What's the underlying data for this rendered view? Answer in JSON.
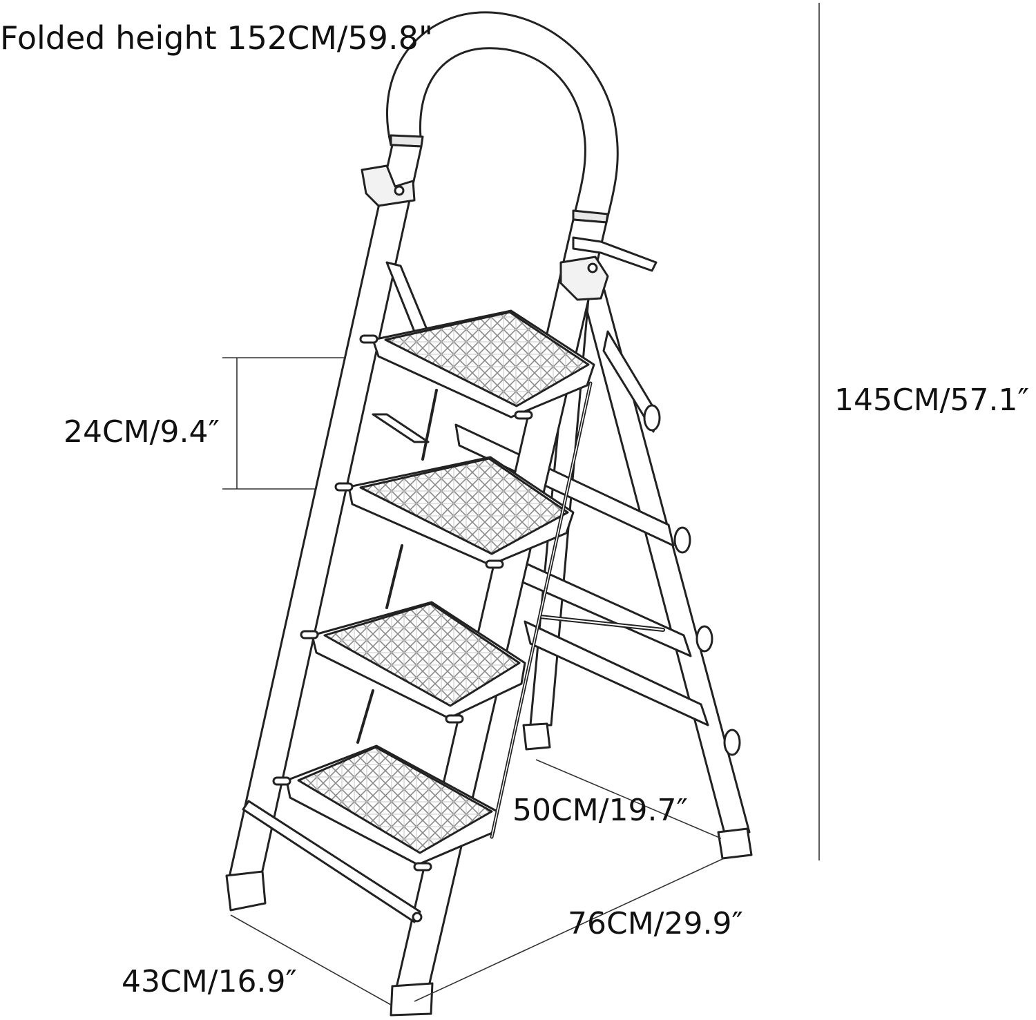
{
  "labels": {
    "folded_height": "Folded height 152CM/59.8\"",
    "height": "145CM/57.1″",
    "step_spacing": "24CM/9.4″",
    "depth_rear": "50CM/19.7″",
    "depth_side": "76CM/29.9″",
    "width": "43CM/16.9″"
  },
  "colors": {
    "line": "#222222",
    "fill": "#ffffff",
    "tread": "#d9d9d9",
    "text": "#111111"
  }
}
